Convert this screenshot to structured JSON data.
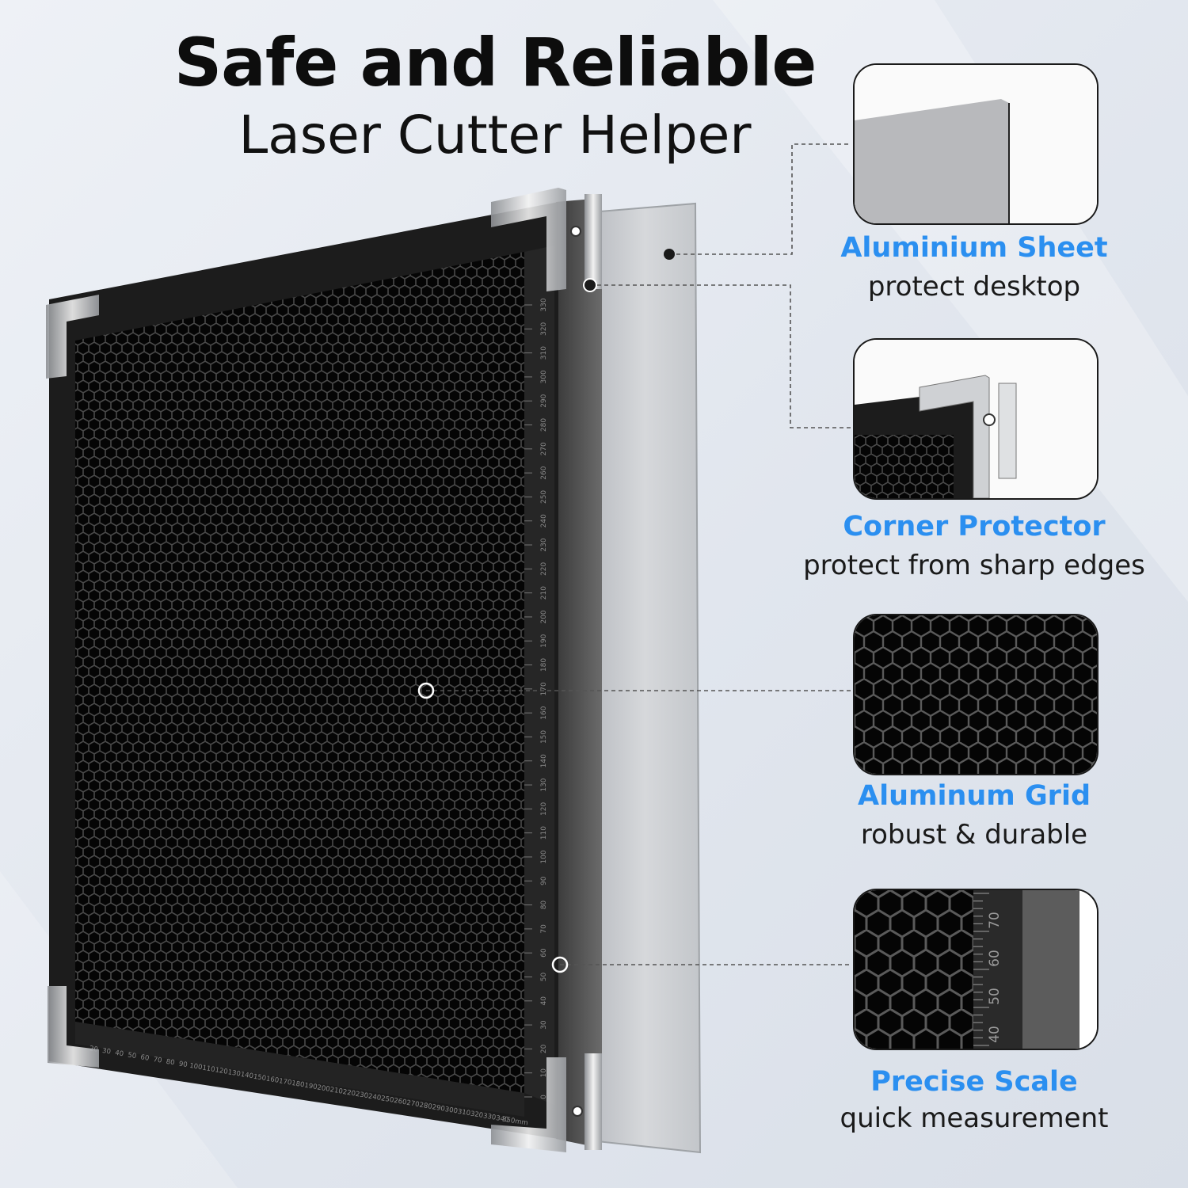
{
  "headline": "Safe and Reliable",
  "subheadline": "Laser Cutter Helper",
  "features": [
    {
      "title": "Aluminium Sheet",
      "description": "protect desktop"
    },
    {
      "title": "Corner Protector",
      "description": "protect from sharp edges"
    },
    {
      "title": "Aluminum Grid",
      "description": "robust & durable"
    },
    {
      "title": "Precise Scale",
      "description": "quick measurement"
    }
  ],
  "scale": {
    "vertical_labels": [
      "0",
      "10",
      "20",
      "30",
      "40",
      "50",
      "60",
      "70",
      "80",
      "90",
      "100",
      "110",
      "120",
      "130",
      "140",
      "150",
      "160",
      "170",
      "180",
      "190",
      "200",
      "210",
      "220",
      "230",
      "240",
      "250",
      "260",
      "270",
      "280",
      "290",
      "300",
      "310",
      "320",
      "330"
    ],
    "horizontal_labels": [
      "20",
      "30",
      "40",
      "50",
      "60",
      "70",
      "80",
      "90",
      "100",
      "110",
      "120",
      "130",
      "140",
      "150",
      "160",
      "170",
      "180",
      "190",
      "200",
      "210",
      "220",
      "230",
      "240",
      "250",
      "260",
      "270",
      "280",
      "290",
      "300",
      "310",
      "320",
      "330",
      "340",
      "350mm"
    ],
    "zoom_labels": [
      "70",
      "60",
      "50",
      "40"
    ]
  },
  "colors": {
    "accent": "#2b8ff0",
    "frame": "#1b1b1b",
    "grid_bg": "#060606",
    "aluminium": "#c9ccd0"
  }
}
